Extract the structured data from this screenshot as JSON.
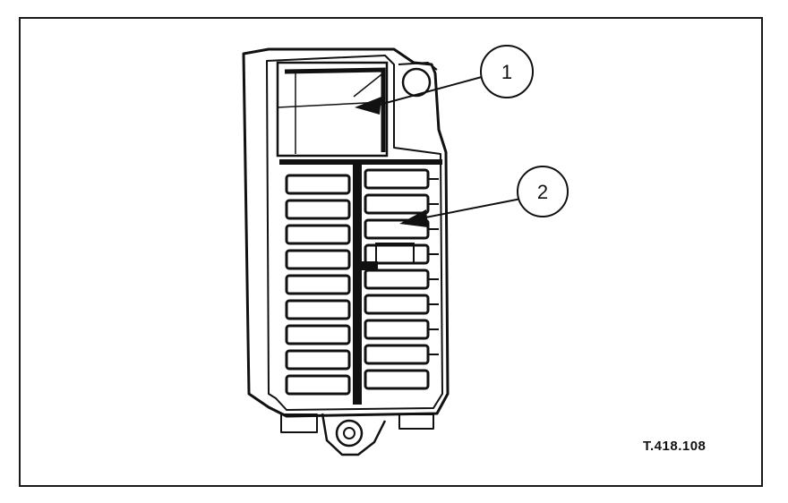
{
  "diagram": {
    "callouts": [
      {
        "label": "1"
      },
      {
        "label": "2"
      }
    ],
    "reference_code": "T.418.108"
  },
  "colors": {
    "ink": "#111111",
    "paper": "#ffffff"
  }
}
